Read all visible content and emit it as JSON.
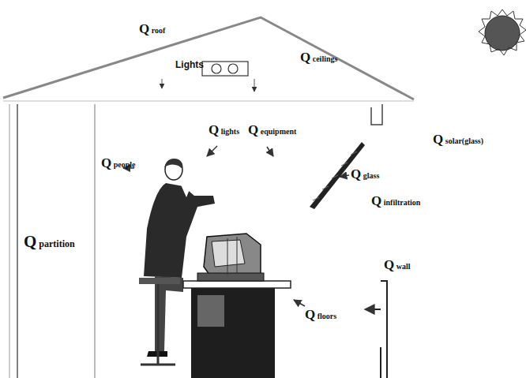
{
  "diagram": {
    "labels": [
      "Q roof",
      "Q ceilings",
      "Lights",
      "Q lights",
      "Q equipment",
      "Q solar(glass)",
      "Q people",
      "Q glass",
      "Q infiltration",
      "Q partition",
      "Q wall",
      "Q floors"
    ]
  }
}
